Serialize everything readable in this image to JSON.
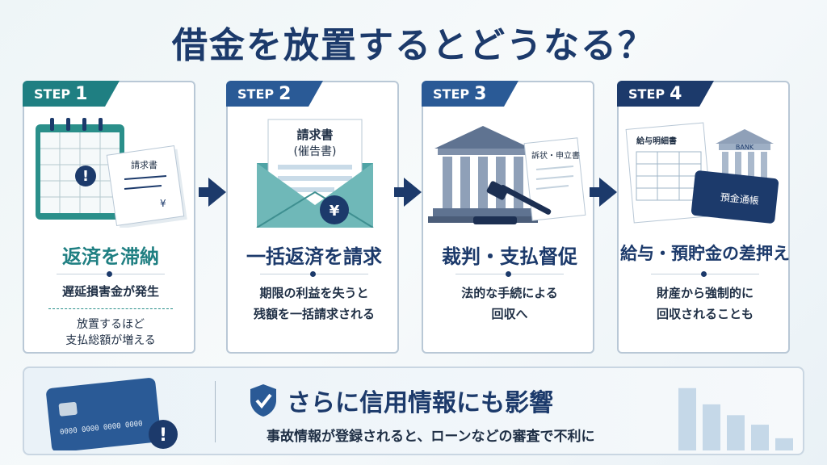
{
  "title": "借金を放置するとどうなる？",
  "colors": {
    "navy": "#1c3a6b",
    "teal": "#1f7f82",
    "blue": "#2a5a96"
  },
  "steps": [
    {
      "step_label": "STEP",
      "step_num": "1",
      "heading": "返済を滞納",
      "description": "遅延損害金が発生",
      "note_lines": [
        "放置するほど",
        "支払総額が増える"
      ],
      "illustration_texts": [
        "請求書",
        "¥"
      ]
    },
    {
      "step_label": "STEP",
      "step_num": "2",
      "heading": "一括返済を請求",
      "description_lines": [
        "期限の利益を失うと",
        "残額を一括請求される"
      ],
      "illustration_texts": [
        "請求書",
        "(催告書)",
        "¥"
      ]
    },
    {
      "step_label": "STEP",
      "step_num": "3",
      "heading": "裁判・支払督促",
      "description_lines": [
        "法的な手続による",
        "回収へ"
      ],
      "illustration_texts": [
        "訴状・申立書"
      ]
    },
    {
      "step_label": "STEP",
      "step_num": "4",
      "heading": "給与・預貯金の差押え",
      "description_lines": [
        "財産から強制的に",
        "回収されることも"
      ],
      "illustration_texts": [
        "給与明細書",
        "BANK",
        "預金通帳"
      ]
    }
  ],
  "bottom": {
    "heading": "さらに信用情報にも影響",
    "description": "事故情報が登録されると、ローンなどの審査で不利に",
    "card_number": "0000 0000 0000 0000",
    "bar_levels": [
      0.92,
      0.68,
      0.52,
      0.38,
      0.18
    ]
  }
}
